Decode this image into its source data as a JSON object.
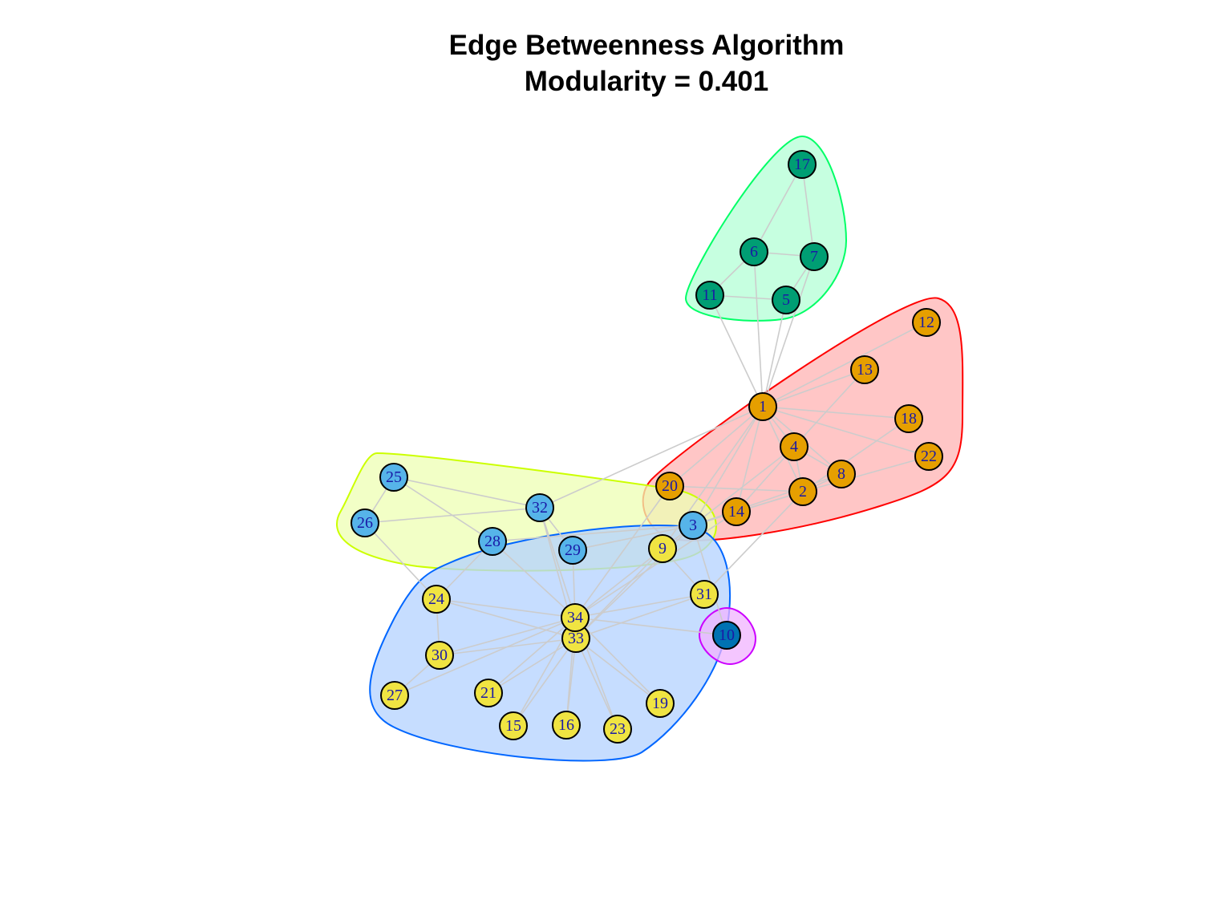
{
  "title": "Edge Betweenness Algorithm",
  "subtitle": "Modularity = 0.401",
  "communities": [
    {
      "name": "red",
      "hull_stroke": "#FF0000",
      "hull_fill": "#FFB3B3",
      "node_color": "#E69F00",
      "members": [
        1,
        2,
        4,
        8,
        12,
        13,
        14,
        18,
        20,
        22
      ]
    },
    {
      "name": "green",
      "hull_stroke": "#00FF66",
      "hull_fill": "#B3FFD6",
      "node_color": "#009E73",
      "members": [
        5,
        6,
        7,
        11,
        17
      ]
    },
    {
      "name": "yellow-green",
      "hull_stroke": "#CCFF00",
      "hull_fill": "#EEFFB3",
      "node_color": "#56B4E9",
      "members": [
        3,
        25,
        26,
        28,
        29,
        32
      ]
    },
    {
      "name": "blue",
      "hull_stroke": "#0066FF",
      "hull_fill": "#B3D1FF",
      "node_color": "#F0E442",
      "members": [
        9,
        15,
        16,
        19,
        21,
        23,
        24,
        27,
        30,
        31,
        33,
        34
      ]
    },
    {
      "name": "magenta",
      "hull_stroke": "#CC00FF",
      "hull_fill": "#F0B3FF",
      "node_color": "#0072B2",
      "members": [
        10
      ]
    }
  ],
  "edge_color": "#CCCCCC",
  "label_color": "#1A1AA6",
  "nodes": [
    "1",
    "2",
    "3",
    "4",
    "5",
    "6",
    "7",
    "8",
    "9",
    "10",
    "11",
    "12",
    "13",
    "14",
    "15",
    "16",
    "17",
    "18",
    "19",
    "20",
    "21",
    "22",
    "23",
    "24",
    "25",
    "26",
    "27",
    "28",
    "29",
    "30",
    "31",
    "32",
    "33",
    "34"
  ],
  "edges": [
    [
      1,
      2
    ],
    [
      1,
      3
    ],
    [
      1,
      4
    ],
    [
      1,
      5
    ],
    [
      1,
      6
    ],
    [
      1,
      7
    ],
    [
      1,
      8
    ],
    [
      1,
      9
    ],
    [
      1,
      11
    ],
    [
      1,
      12
    ],
    [
      1,
      13
    ],
    [
      1,
      14
    ],
    [
      1,
      18
    ],
    [
      1,
      20
    ],
    [
      1,
      22
    ],
    [
      1,
      32
    ],
    [
      2,
      3
    ],
    [
      2,
      4
    ],
    [
      2,
      8
    ],
    [
      2,
      14
    ],
    [
      2,
      18
    ],
    [
      2,
      20
    ],
    [
      2,
      22
    ],
    [
      2,
      31
    ],
    [
      3,
      4
    ],
    [
      3,
      8
    ],
    [
      3,
      9
    ],
    [
      3,
      10
    ],
    [
      3,
      14
    ],
    [
      3,
      28
    ],
    [
      3,
      29
    ],
    [
      3,
      33
    ],
    [
      4,
      8
    ],
    [
      4,
      13
    ],
    [
      4,
      14
    ],
    [
      5,
      7
    ],
    [
      5,
      11
    ],
    [
      6,
      7
    ],
    [
      6,
      11
    ],
    [
      6,
      17
    ],
    [
      7,
      17
    ],
    [
      9,
      31
    ],
    [
      9,
      33
    ],
    [
      9,
      34
    ],
    [
      10,
      34
    ],
    [
      14,
      34
    ],
    [
      15,
      33
    ],
    [
      15,
      34
    ],
    [
      16,
      33
    ],
    [
      16,
      34
    ],
    [
      19,
      33
    ],
    [
      19,
      34
    ],
    [
      20,
      34
    ],
    [
      21,
      33
    ],
    [
      21,
      34
    ],
    [
      23,
      33
    ],
    [
      23,
      34
    ],
    [
      24,
      26
    ],
    [
      24,
      28
    ],
    [
      24,
      30
    ],
    [
      24,
      33
    ],
    [
      24,
      34
    ],
    [
      25,
      26
    ],
    [
      25,
      28
    ],
    [
      25,
      32
    ],
    [
      26,
      32
    ],
    [
      27,
      30
    ],
    [
      27,
      34
    ],
    [
      28,
      34
    ],
    [
      29,
      32
    ],
    [
      29,
      34
    ],
    [
      30,
      33
    ],
    [
      30,
      34
    ],
    [
      31,
      33
    ],
    [
      31,
      34
    ],
    [
      32,
      33
    ],
    [
      32,
      34
    ],
    [
      33,
      34
    ]
  ]
}
